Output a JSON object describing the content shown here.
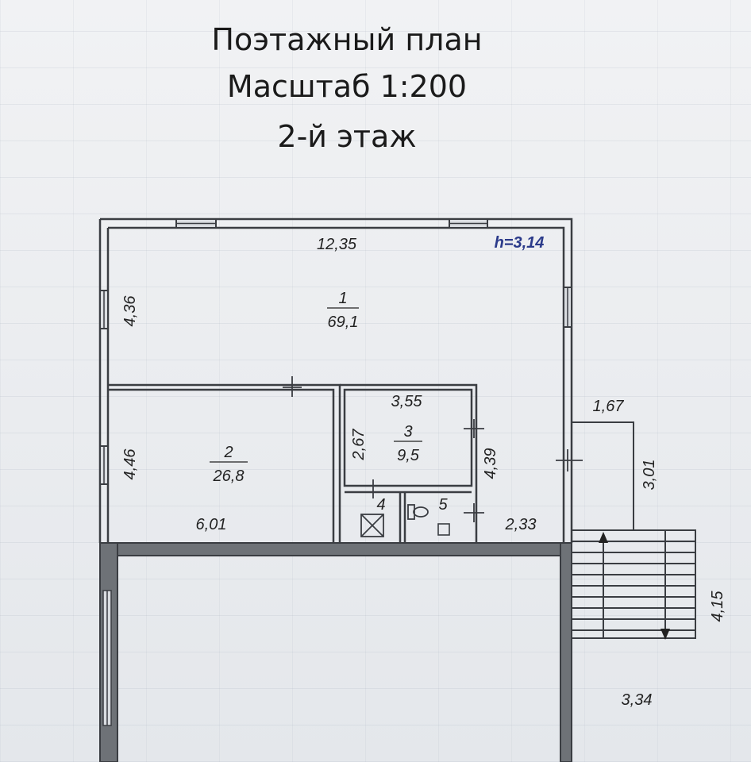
{
  "title": {
    "line1": "Поэтажный план",
    "line2": "Масштаб 1:200",
    "line3": "2-й этаж"
  },
  "height_label": "h=3,14",
  "dimensions": {
    "top_width": "12,35",
    "room1_height": "4,36",
    "room2_height": "4,46",
    "room2_width": "6,01",
    "room3_width": "3,55",
    "room3_height": "2,67",
    "room3_right": "4,39",
    "corridor_width": "2,33",
    "porch_width": "1,67",
    "porch_height": "3,01",
    "stairs_height": "4,15",
    "stairs_width": "3,34"
  },
  "rooms": [
    {
      "number": "1",
      "area": "69,1"
    },
    {
      "number": "2",
      "area": "26,8"
    },
    {
      "number": "3",
      "area": "9,5"
    },
    {
      "number": "4"
    },
    {
      "number": "5"
    }
  ],
  "colors": {
    "wall": "#3a3d42",
    "wall_fill": "#6e7277",
    "height_label": "#2b3a8a"
  }
}
